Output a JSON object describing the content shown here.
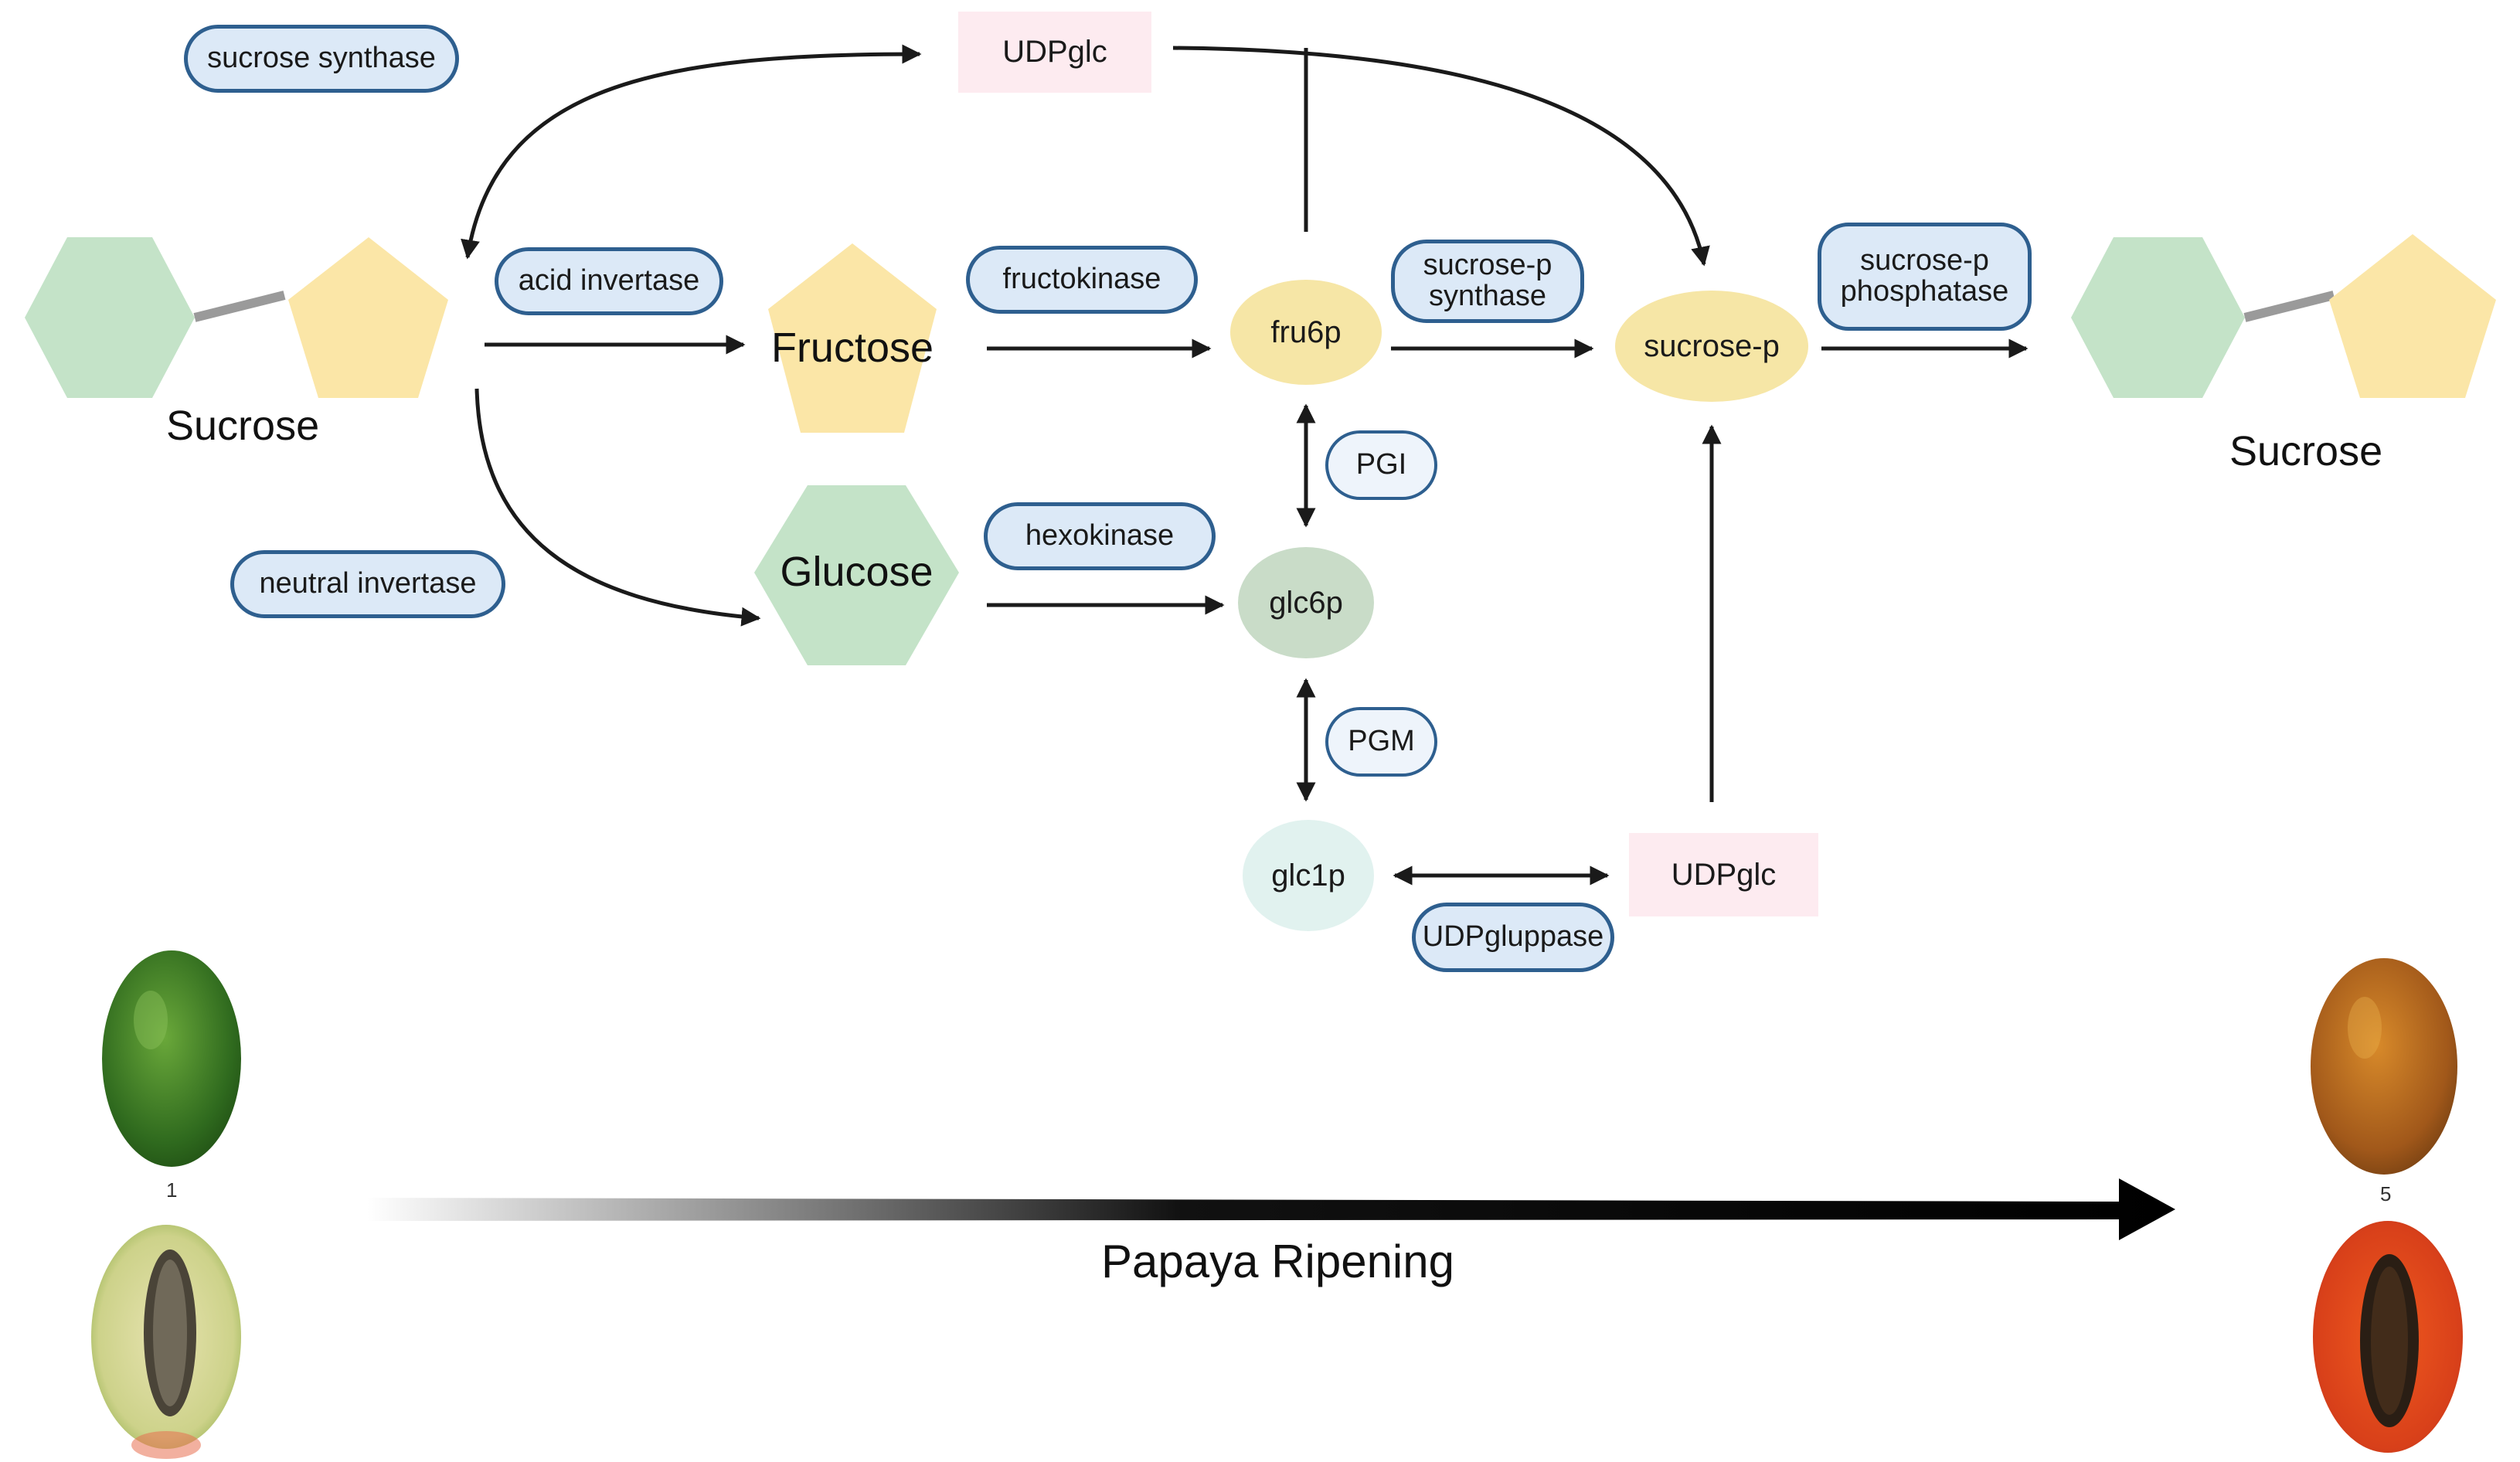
{
  "colors": {
    "hexagon": "#c4e3c8",
    "pentagon": "#fbe6a7",
    "enzyme_fill": "#dce9f7",
    "enzyme_border": "#2e5f8f",
    "udpglc_fill": "#fdebf0",
    "fru6p": "#f6e6a6",
    "sucrose_p": "#f6e6a6",
    "glc6p": "#c9dcc8",
    "glc1p": "#e1f2ef",
    "arrow": "#1a1a1a"
  },
  "enzymes": {
    "sucrose_synthase": "sucrose synthase",
    "acid_invertase": "acid invertase",
    "neutral_invertase": "neutral invertase",
    "fructokinase": "fructokinase",
    "hexokinase": "hexokinase",
    "sucrose_p_synthase": "sucrose-p\nsynthase",
    "sucrose_p_phosphatase": "sucrose-p\nphosphatase",
    "pgi": "PGI",
    "pgm": "PGM",
    "udpgluppase": "UDPgluppase"
  },
  "metabolites": {
    "udpglc_top": "UDPglc",
    "udpglc_bottom": "UDPglc",
    "fru6p": "fru6p",
    "glc6p": "glc6p",
    "glc1p": "glc1p",
    "sucrose_p": "sucrose-p"
  },
  "sugars": {
    "sucrose_left": "Sucrose",
    "sucrose_right": "Sucrose",
    "fructose": "Fructose",
    "glucose": "Glucose"
  },
  "ripening": {
    "label": "Papaya Ripening",
    "stage_start": "1",
    "stage_end": "5"
  }
}
